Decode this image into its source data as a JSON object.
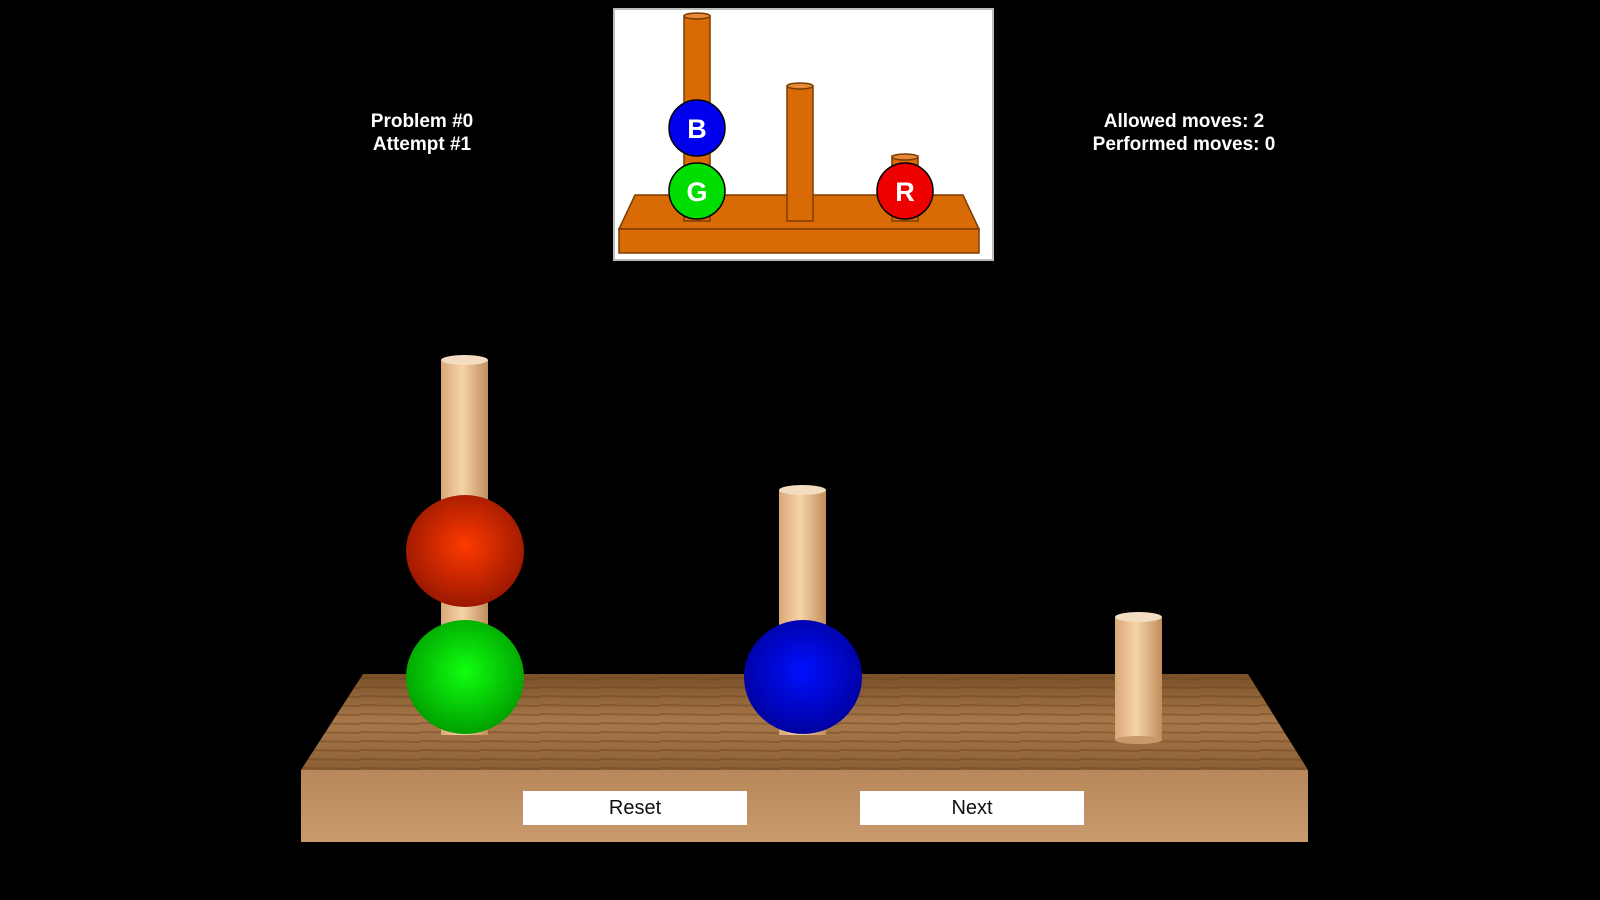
{
  "status": {
    "problem": "Problem #0",
    "attempt": "Attempt #1",
    "allowed_moves": "Allowed moves: 2",
    "performed_moves": "Performed moves: 0"
  },
  "goal": {
    "balls": [
      {
        "label": "B",
        "color": "#0000ee",
        "peg": 1,
        "position": 2
      },
      {
        "label": "G",
        "color": "#00dd00",
        "peg": 1,
        "position": 1
      },
      {
        "label": "R",
        "color": "#ee0000",
        "peg": 3,
        "position": 1
      }
    ]
  },
  "board": {
    "balls": [
      {
        "color": "red",
        "peg": 1,
        "position": 2
      },
      {
        "color": "green",
        "peg": 1,
        "position": 1
      },
      {
        "color": "blue",
        "peg": 2,
        "position": 1
      }
    ]
  },
  "buttons": {
    "reset": "Reset",
    "next": "Next"
  }
}
